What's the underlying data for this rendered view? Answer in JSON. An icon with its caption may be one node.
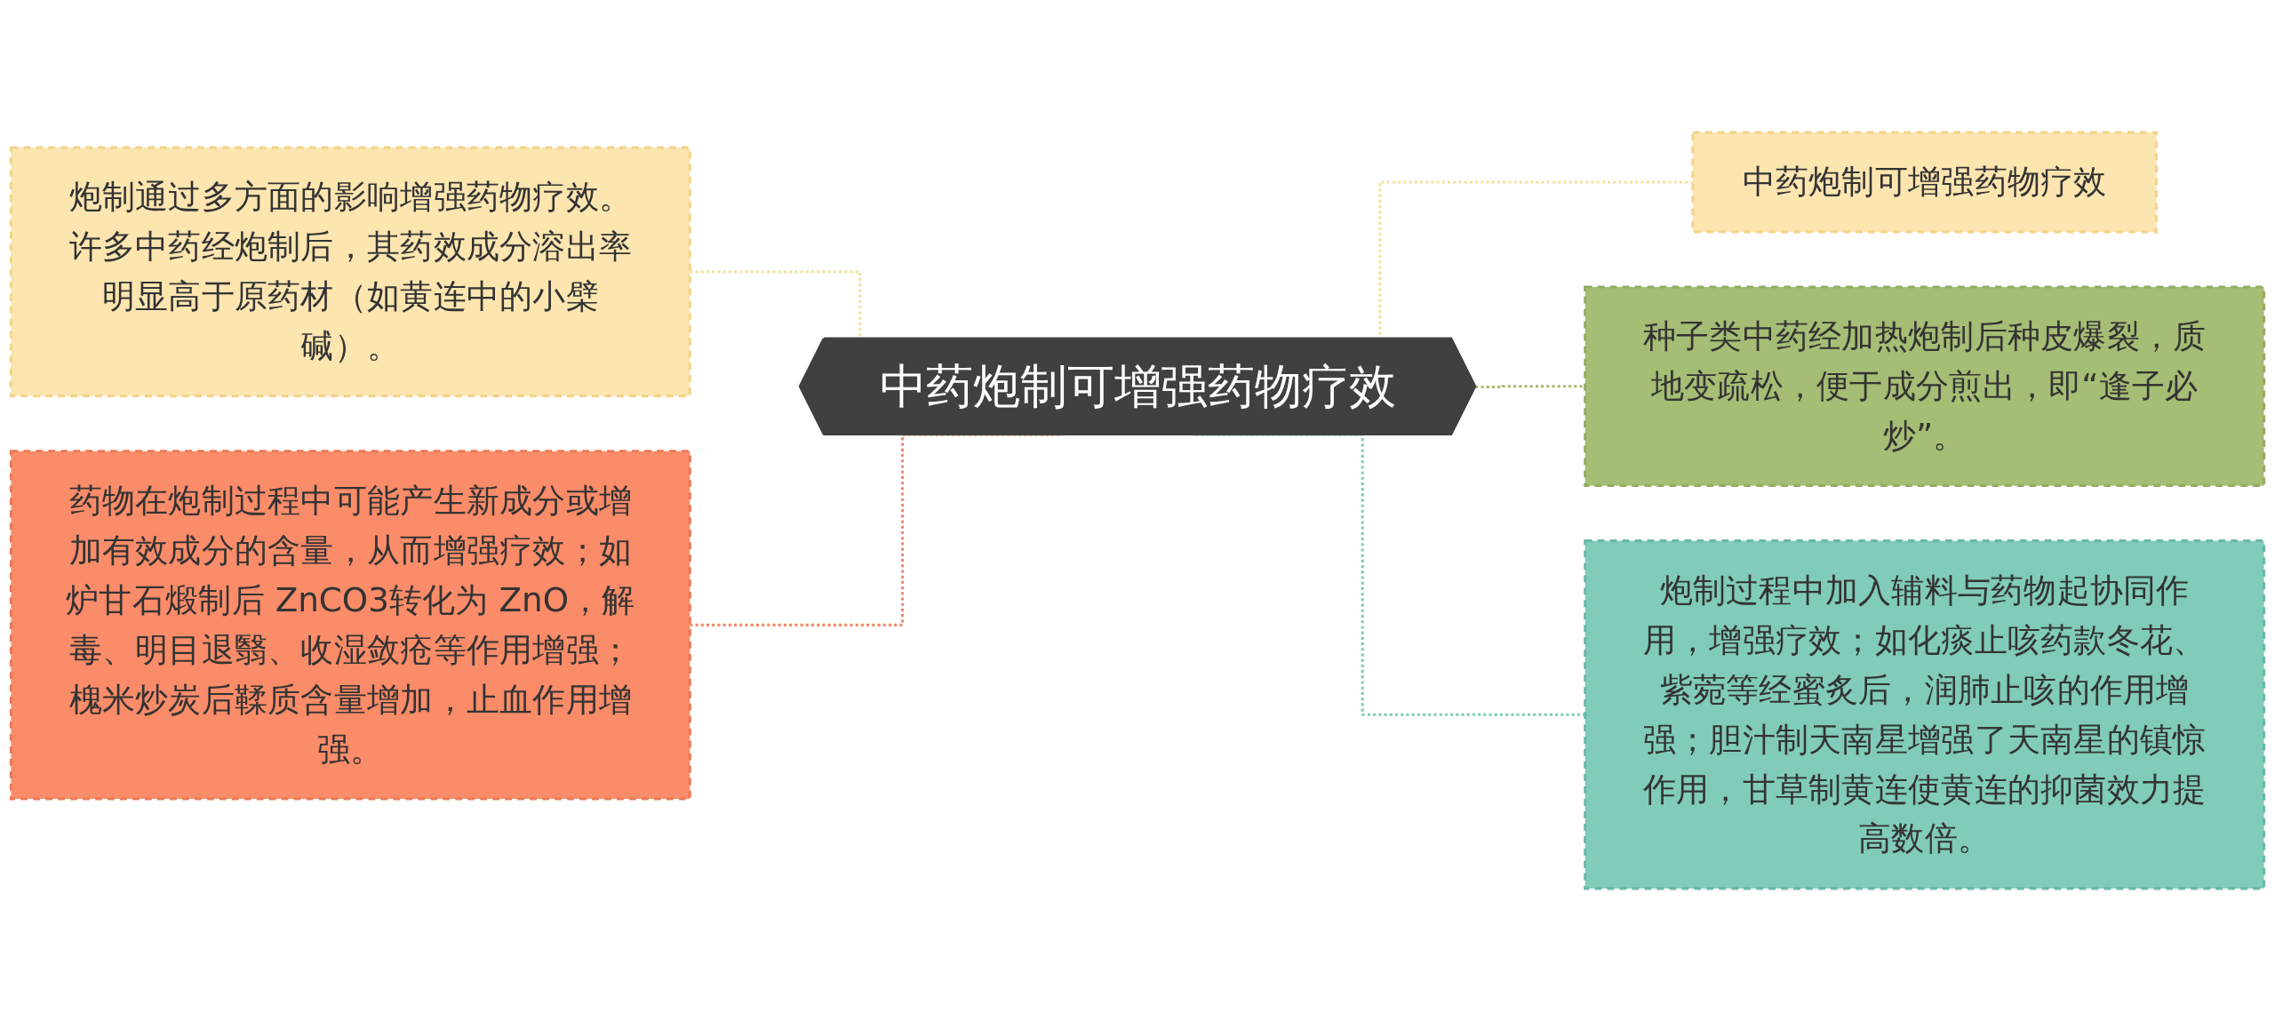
{
  "diagram": {
    "nodes": [
      {
        "text": [
          "中药炮制可增强药物疗效"
        ]
      },
      {
        "text": [
          "炮制通过多方面的影响增强药物疗效。许多中药经炮制后，其药效成分溶出率明显高于原药材（如黄连中的小檗碱）。"
        ]
      },
      {
        "text": [
          "药物在炮制过程中可能产生新成分或增加有效成分的含量，从而增强疗效；如炉甘石煅制后 ZnCO3转化为 ZnO，解毒、明目退翳、收湿敛疮等作用增强；槐米炒炭后鞣质含量增加，止血作用增强。"
        ]
      },
      {
        "text": [
          "中药炮制可增强药物疗效"
        ]
      },
      {
        "text": [
          "种子类中药经加热炮制后种皮爆裂，质地变疏松，便于成分煎出，即“逢子必炒”。"
        ]
      },
      {
        "text": [
          "炮制过程中加入辅料与药物起协同作用，增强疗效；如化痰止咳药款冬花、紫菀等经蜜炙后，润肺止咳的作用增强；胆汁制天南星增强了天南星的镇惊作用，甘草制黄连使黄连的抑菌效力提高数倍。"
        ]
      }
    ],
    "edges": [
      {
        "from": 1,
        "to": 0,
        "arrow": "none",
        "style": "dashed",
        "color": "#f5e0a0"
      },
      {
        "from": 2,
        "to": 0,
        "arrow": "none",
        "style": "dashed",
        "color": "#f08a6a"
      },
      {
        "from": 0,
        "to": 3,
        "arrow": "none",
        "style": "dashed",
        "color": "#f5e0a0"
      },
      {
        "from": 0,
        "to": 4,
        "arrow": "none",
        "style": "dashed",
        "color": "#a3b86c"
      },
      {
        "from": 0,
        "to": 5,
        "arrow": "none",
        "style": "dashed",
        "color": "#7ecbb9"
      }
    ]
  }
}
